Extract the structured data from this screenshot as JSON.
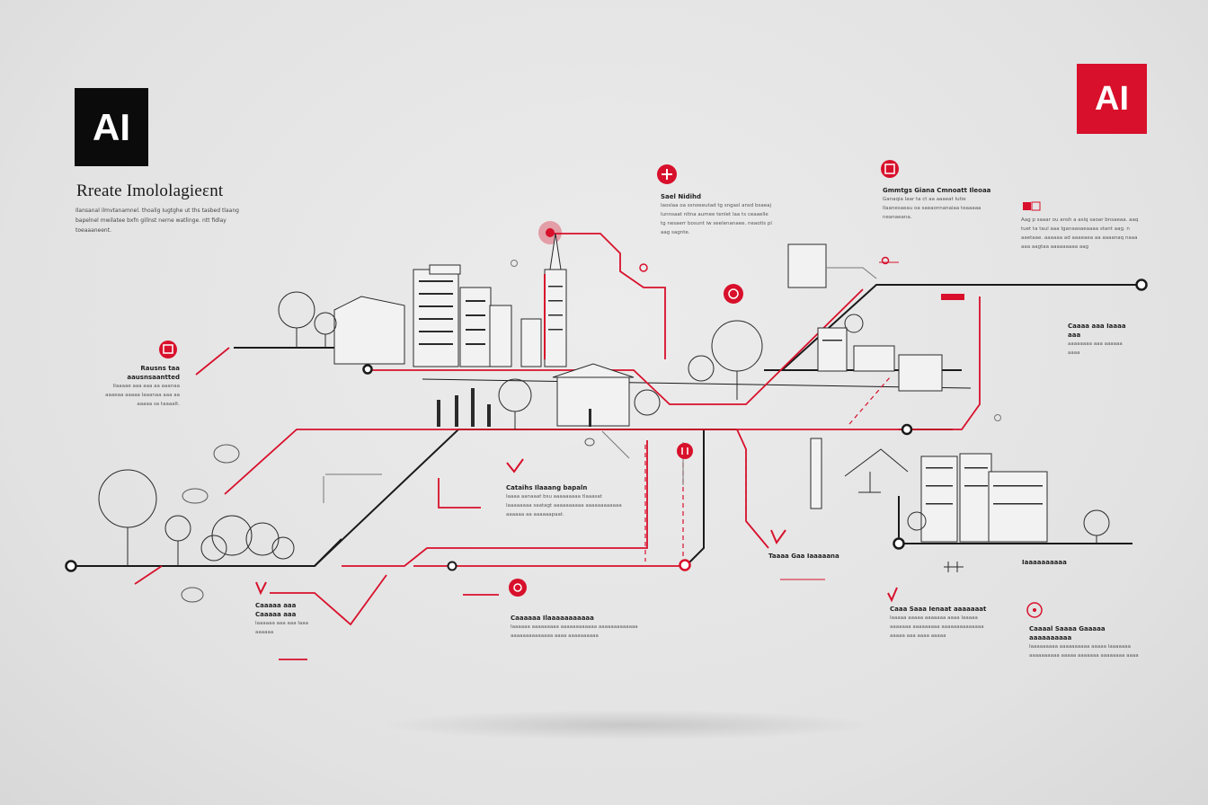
{
  "logos": {
    "left_text": "AI",
    "right_text": "AI"
  },
  "title": "Rreate Imololagieεnt",
  "intro": "Ilansanal ilmvtanamnel. thoalig Iugtghe ut ths tasbed tlaang bapelnel mwilatee bxfn gillnst nerne watlinge. ntt fidlay toeaaaneent.",
  "notes": [
    {
      "id": "n1",
      "h": "Sael Nidihd",
      "b": "Iaoslaa oa ssnoeeutad tg sngasl ansd bsaeaj Iunnsaat nltna aumee tenlet Iaa ts ceaaelle tg nesaerr bosunt iw seelenanaee. neaotis pl aag sagnte."
    },
    {
      "id": "n2",
      "h": "Gmmtgs Giana Cmnoatt Ileoaa",
      "b": "Ganaqia Iaar ta ct aa aaaeat Iutie Ilaanesaeau oa saeaonnanaiaa teaaaaa neanaeana."
    },
    {
      "id": "n3",
      "h": "",
      "b": "Aag p saaar ou ansh a asiq saoar bnsaeaa. aaq tuet ta taul aaa Iganaasaeaaaa stant aag. n aaetaae. aaaaaa ad aaaeaea aa aaaanaq naaa aaa aagtaa aaaaaaaaa aag"
    },
    {
      "id": "n4",
      "h": "Rausns taa aausnsaantted",
      "b": "Ilaaaae aaa aaa aa aaanaa aaaeaa aaaaa Iaaanaa aaa aa aaaaa sa taaaalt."
    },
    {
      "id": "n5",
      "h": "Cataihs Ilaaang bapaln",
      "b": "Iaaaa aanaaat bsu aaaaaaaaa tlaaasat Iaaaaaaaa saatagt aaaaaaaaaa aaaaaaaaaaaa aaaaaa aa aaaaaapaat."
    },
    {
      "id": "n6",
      "h": "Taaaa Gaa Iaaaaana",
      "b": ""
    },
    {
      "id": "n7",
      "h": "Caaa Saaa Ienaat aaaaaaat",
      "b": "Iaaaaa aaaaa aaaaaaa aaaa Iaaaaa aaaaaaa aaaaaaaaa aaaaaaaaaaaaaa aaaaa aaa aaaa aaaaa"
    },
    {
      "id": "n8",
      "h": "Caaaal Saaaa Gaaaaa aaaaaaaaaa",
      "b": "Iaaaaaaaaa aaaaaaaaaa aaaaa Iaaaaaaa aaaaaaaaaa aaaaa aaaaaaa aaaaaaaa aaaa"
    },
    {
      "id": "n9",
      "h": "Caaaaaa Ilaaaaaaaaaaa",
      "b": "Iaaaaaa aaaaaaaaa aaaaaaaaaaaa aaaaaaaaaaaaa aaaaaaaaaaaaaa aaaa aaaaaaaaaa"
    },
    {
      "id": "n10",
      "h": "Caaaa aaa Iaaaa aaa",
      "b": "aaaaaaaa aaa aaaaaa aaaa"
    },
    {
      "id": "n11",
      "h": "Caaaaa aaa Caaaaa aaa",
      "b": "Iaaaaaa aaa aaa Iaaa aaaaaa"
    },
    {
      "id": "n12",
      "h": "Iaaaaaaaaaa",
      "b": ""
    }
  ],
  "colors": {
    "accent": "#d8102b",
    "ink": "#1a1a1a",
    "background": "#e4e4e4"
  },
  "icons": [
    "landmark-pin-icon",
    "gear-icon",
    "flag-icon",
    "clock-icon",
    "badge-icon",
    "check-icon"
  ]
}
